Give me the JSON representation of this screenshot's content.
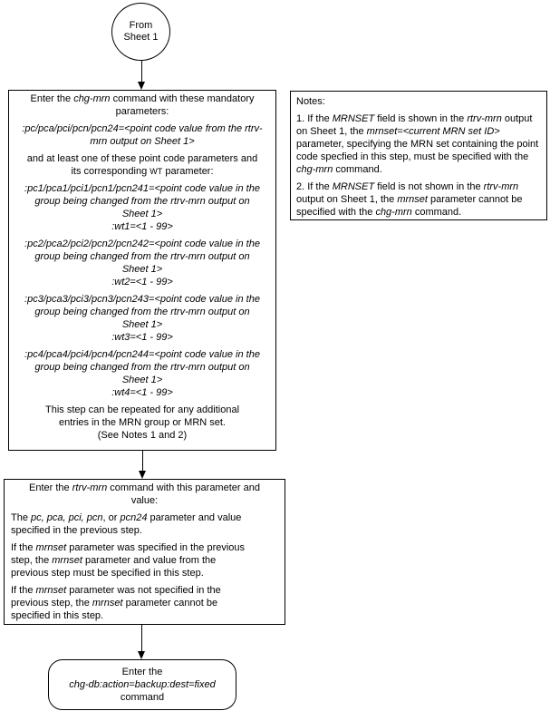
{
  "colors": {
    "line": "#000000",
    "background": "#ffffff",
    "text": "#000000"
  },
  "start": {
    "line1": "From",
    "line2": "Sheet 1"
  },
  "chg_mrn_box": {
    "heading": [
      {
        "t": "Enter the "
      },
      {
        "t": "chg-mrn",
        "s": "i"
      },
      {
        "t": " command with these mandatory parameters:"
      }
    ],
    "mandatory_param": [
      {
        "t": ":pc/pca/pci/pcn/pcn24=<point code value from the rtrv-mrn output on Sheet 1>",
        "s": "i"
      }
    ],
    "point_code_intro": [
      {
        "t": "and at least one of these point code parameters and its corresponding "
      },
      {
        "t": "WT",
        "s": "sc"
      },
      {
        "t": " parameter:"
      }
    ],
    "pc1": [
      {
        "t": ":pc1/pca1/pci1/pcn1/pcn241=<point code value in the group being changed from the rtrv-mrn output on Sheet 1>",
        "s": "i"
      }
    ],
    "wt1": [
      {
        "t": ":wt1=<1 - 99>",
        "s": "i"
      }
    ],
    "pc2": [
      {
        "t": ":pc2/pca2/pci2/pcn2/pcn242=<point code value in the group being changed from the rtrv-mrn output on Sheet 1>",
        "s": "i"
      }
    ],
    "wt2": [
      {
        "t": ":wt2=<1 - 99>",
        "s": "i"
      }
    ],
    "pc3": [
      {
        "t": ":pc3/pca3/pci3/pcn3/pcn243=<point code value in the group being changed from the rtrv-mrn output on Sheet 1>",
        "s": "i"
      }
    ],
    "wt3": [
      {
        "t": ":wt3=<1 - 99>",
        "s": "i"
      }
    ],
    "pc4": [
      {
        "t": ":pc4/pca4/pci4/pcn4/pcn244=<point code value in the group being changed from the rtrv-mrn output on Sheet 1>",
        "s": "i"
      }
    ],
    "wt4": [
      {
        "t": ":wt4=<1 - 99>",
        "s": "i"
      }
    ],
    "repeat_note": [
      {
        "t": "This step can be repeated for any additional entries in the MRN group or MRN set."
      }
    ],
    "see_notes": [
      {
        "t": "(See Notes 1 and 2)"
      }
    ]
  },
  "notes_box": {
    "title": [
      {
        "t": "Notes:"
      }
    ],
    "note1": [
      {
        "t": "1. If the "
      },
      {
        "t": "MRNSET",
        "s": "i"
      },
      {
        "t": " field is shown in the "
      },
      {
        "t": "rtrv-mrn",
        "s": "i"
      },
      {
        "t": " output on Sheet 1, the "
      },
      {
        "t": "mrnset=<current MRN set ID>",
        "s": "i"
      },
      {
        "t": " parameter, specifying the MRN set containing the point code specfied in this step, must be specified with the "
      },
      {
        "t": "chg-mrn",
        "s": "i"
      },
      {
        "t": " command."
      }
    ],
    "note2": [
      {
        "t": "2. If the "
      },
      {
        "t": "MRNSET",
        "s": "i"
      },
      {
        "t": " field is not shown in the "
      },
      {
        "t": "rtrv-mrn",
        "s": "i"
      },
      {
        "t": " output on Sheet 1, the "
      },
      {
        "t": "mrnset",
        "s": "i"
      },
      {
        "t": " parameter cannot be specified with the "
      },
      {
        "t": "chg-mrn",
        "s": "i"
      },
      {
        "t": " command."
      }
    ]
  },
  "rtrv_mrn_box": {
    "heading": [
      {
        "t": "Enter the "
      },
      {
        "t": "rtrv-mrn",
        "s": "i"
      },
      {
        "t": " command with this parameter and value:"
      }
    ],
    "param_line": [
      {
        "t": "The "
      },
      {
        "t": "pc, pca, pci, pcn",
        "s": "i"
      },
      {
        "t": ", or "
      },
      {
        "t": "pcn24",
        "s": "i"
      },
      {
        "t": " parameter and value specified in the previous step."
      }
    ],
    "mrnset_specified": [
      {
        "t": "If the "
      },
      {
        "t": "mrnset",
        "s": "i"
      },
      {
        "t": " parameter was specified in the previous step, the "
      },
      {
        "t": "mrnset",
        "s": "i"
      },
      {
        "t": " parameter and value from the previous step must be specified in this step."
      }
    ],
    "mrnset_not_specified": [
      {
        "t": "If the "
      },
      {
        "t": "mrnset",
        "s": "i"
      },
      {
        "t": " parameter was not specified in the previous step, the "
      },
      {
        "t": "mrnset",
        "s": "i"
      },
      {
        "t": " parameter cannot be specified in this step."
      }
    ]
  },
  "backup_box": {
    "line1": [
      {
        "t": "Enter the"
      }
    ],
    "line2": [
      {
        "t": "chg-db:action=backup:dest=fixed",
        "s": "i"
      }
    ],
    "line3": [
      {
        "t": "command"
      }
    ]
  }
}
